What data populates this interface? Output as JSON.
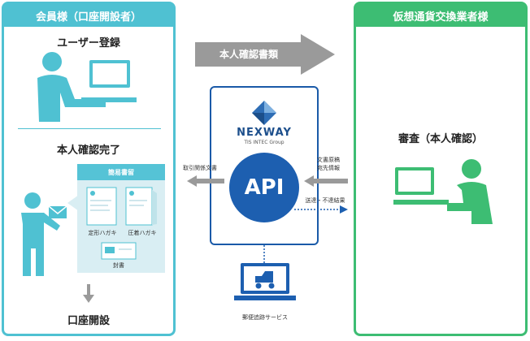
{
  "left_panel": {
    "title": "会員様（口座開設者）",
    "user_registration": "ユーザー登録",
    "identity_complete": "本人確認完了",
    "postcard_box_title": "簡易書留",
    "postcard_1": "定形ハガキ",
    "postcard_2": "圧着ハガキ",
    "envelope": "封書",
    "account_opening": "口座開設"
  },
  "right_panel": {
    "title": "仮想通貨交換業者様",
    "review": "審査（本人確認）"
  },
  "center": {
    "top_arrow_label": "本人確認書類",
    "logo_name": "NEXWAY",
    "logo_sub": "TIS INTEC Group",
    "api_label": "API",
    "left_arrow_label": "取引関係文書",
    "right_in_label_1": "文書原稿",
    "right_in_label_2": "宛先情報",
    "result_label": "送達・不達結果",
    "tracking_label": "郵便追跡サービス"
  },
  "colors": {
    "left_accent": "#4fc1d2",
    "right_accent": "#3dbd73",
    "api_blue": "#1d5fb0",
    "arrow_gray": "#9a9a9a"
  }
}
